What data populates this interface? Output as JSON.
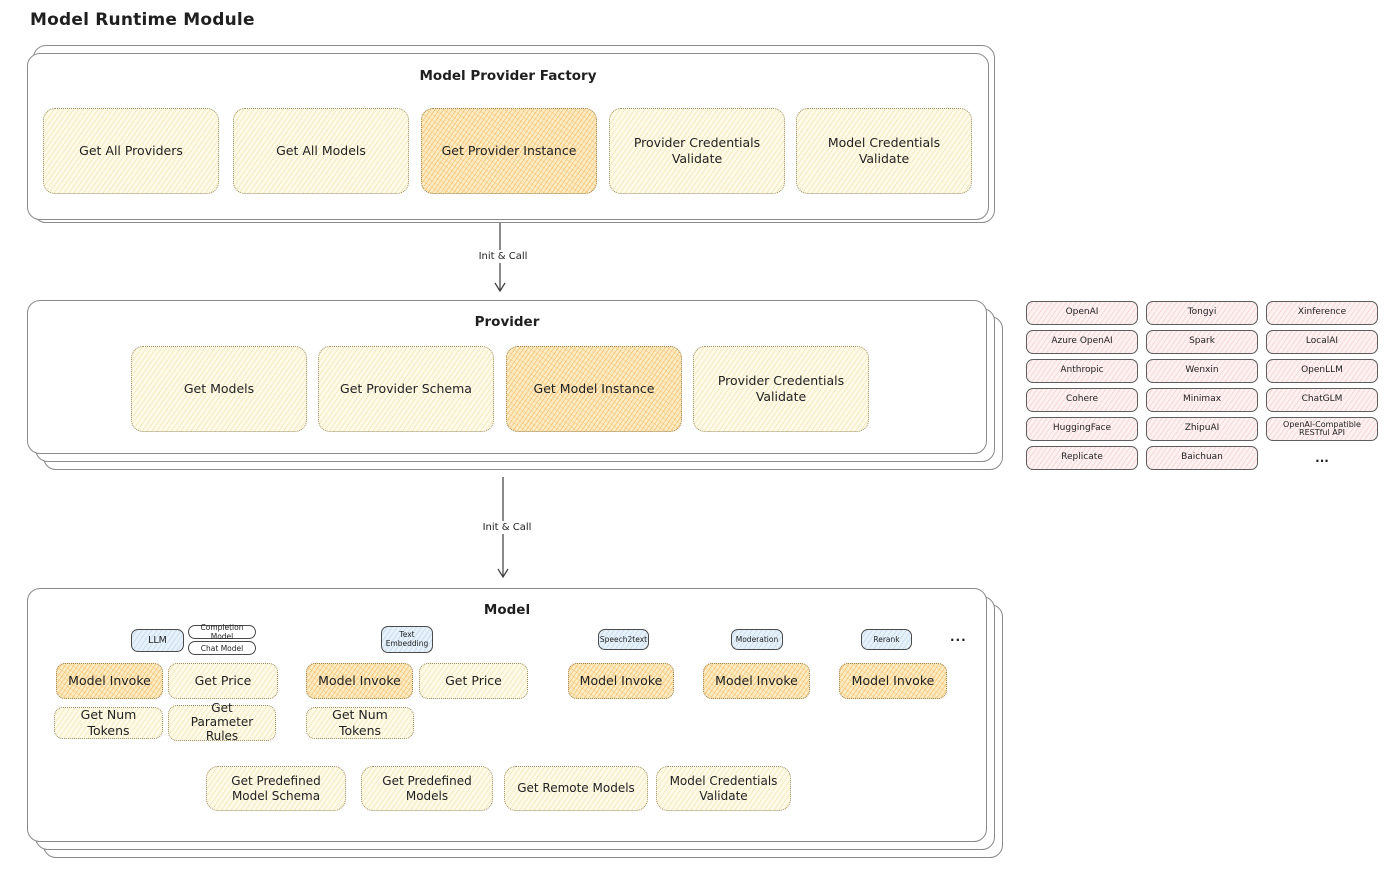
{
  "title": "Model Runtime Module",
  "factory": {
    "title": "Model Provider Factory",
    "boxes": [
      {
        "label": "Get All Providers"
      },
      {
        "label": "Get All Models"
      },
      {
        "label": "Get Provider Instance"
      },
      {
        "label": "Provider Credentials Validate"
      },
      {
        "label": "Model Credentials Validate"
      }
    ]
  },
  "arrow1_label": "Init & Call",
  "arrow2_label": "Init & Call",
  "provider": {
    "title": "Provider",
    "boxes": [
      {
        "label": "Get Models"
      },
      {
        "label": "Get Provider Schema"
      },
      {
        "label": "Get Model Instance"
      },
      {
        "label": "Provider Credentials Validate"
      }
    ]
  },
  "provider_list": {
    "items": [
      "OpenAI",
      "Tongyi",
      "Xinference",
      "Azure OpenAI",
      "Spark",
      "LocalAI",
      "Anthropic",
      "Wenxin",
      "OpenLLM",
      "Cohere",
      "Minimax",
      "ChatGLM",
      "HuggingFace",
      "ZhipuAI",
      "OpenAI-Compatible RESTful API",
      "Replicate",
      "Baichuan"
    ],
    "more": "..."
  },
  "model": {
    "title": "Model",
    "tabs": {
      "llm": "LLM",
      "completion_model": "Completion Model",
      "chat_model": "Chat Model",
      "text_embedding": "Text Embedding",
      "speech2text": "Speech2text",
      "moderation": "Moderation",
      "rerank": "Rerank",
      "more": "..."
    },
    "llm_boxes": [
      "Model Invoke",
      "Get Price",
      "Get Num Tokens",
      "Get Parameter Rules"
    ],
    "embedding_boxes": [
      "Model Invoke",
      "Get Price",
      "Get Num Tokens"
    ],
    "speech2text_box": "Model Invoke",
    "moderation_box": "Model Invoke",
    "rerank_box": "Model Invoke",
    "common_boxes": [
      "Get Predefined Model Schema",
      "Get Predefined Models",
      "Get Remote Models",
      "Model Credentials Validate"
    ]
  },
  "colors": {
    "box_yellow": "#fefae8",
    "box_orange_highlight": "#fcecc4",
    "tab_blue": "#e6f1fa",
    "provider_pink": "#fdf1f1",
    "container_border": "#8a8a8a",
    "text": "#1f1f1f"
  }
}
